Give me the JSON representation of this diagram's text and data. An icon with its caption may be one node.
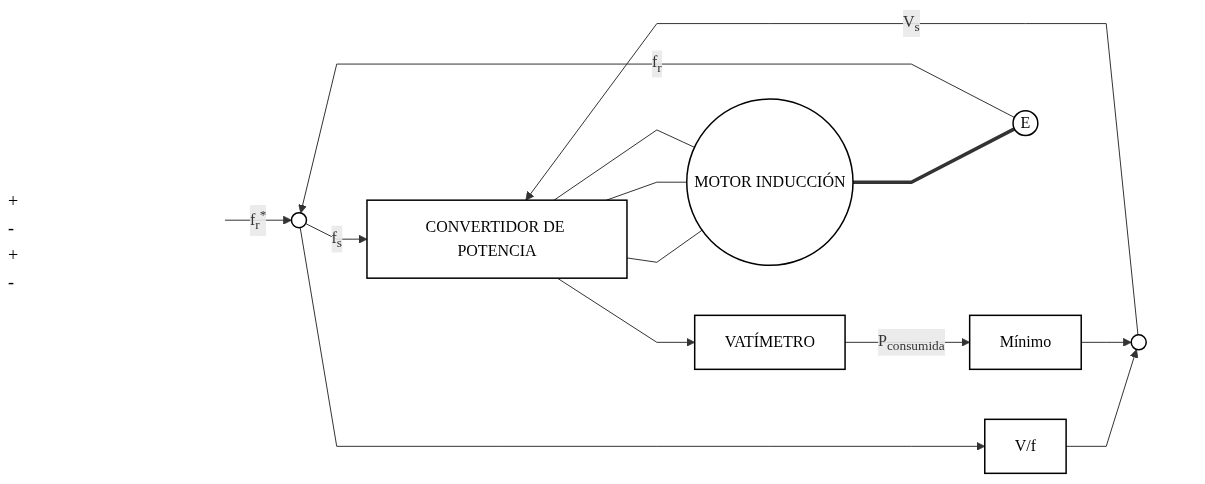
{
  "diagram": {
    "nodes": [
      {
        "text": [],
        "shape": "circle"
      },
      {
        "text": [
          "V/f"
        ]
      },
      {
        "text": [],
        "shape": "circle"
      },
      {
        "text": [
          "CONVERTIDOR DE POTENCIA"
        ]
      },
      {
        "text": [
          "MOTOR INDUCCIÓN"
        ]
      },
      {
        "text": [
          "E"
        ]
      },
      {
        "text": [
          "VATÍMETRO"
        ]
      },
      {
        "text": [
          "Mínimo"
        ]
      }
    ],
    "edges": [
      {
        "from": null,
        "to": 0,
        "arrow": "to",
        "label": "f$_{r}$$^{*}$"
      },
      {
        "from": 0,
        "to": 3,
        "arrow": "to",
        "label": "f$_{s}$"
      },
      {
        "from": 0,
        "to": 1,
        "arrow": "to"
      },
      {
        "from": 1,
        "to": 2,
        "arrow": "to"
      },
      {
        "from": 2,
        "to": 3,
        "arrow": "to",
        "label": "V$_{s}$"
      },
      {
        "from": 3,
        "to": 4,
        "arrow": "none"
      },
      {
        "from": 3,
        "to": 4,
        "arrow": "none"
      },
      {
        "from": 3,
        "to": 4,
        "arrow": "none"
      },
      {
        "from": 4,
        "to": 5,
        "arrow": "none",
        "style": "thick"
      },
      {
        "from": 5,
        "to": 0,
        "arrow": "to",
        "label": "f$_{r}$"
      },
      {
        "from": 3,
        "to": 6,
        "arrow": "to"
      },
      {
        "from": 6,
        "to": 7,
        "arrow": "to",
        "label": "P$_{consumida}$"
      },
      {
        "from": 7,
        "to": 2,
        "arrow": "to"
      }
    ],
    "labels": [
      "+",
      "-",
      "+",
      "-"
    ]
  }
}
